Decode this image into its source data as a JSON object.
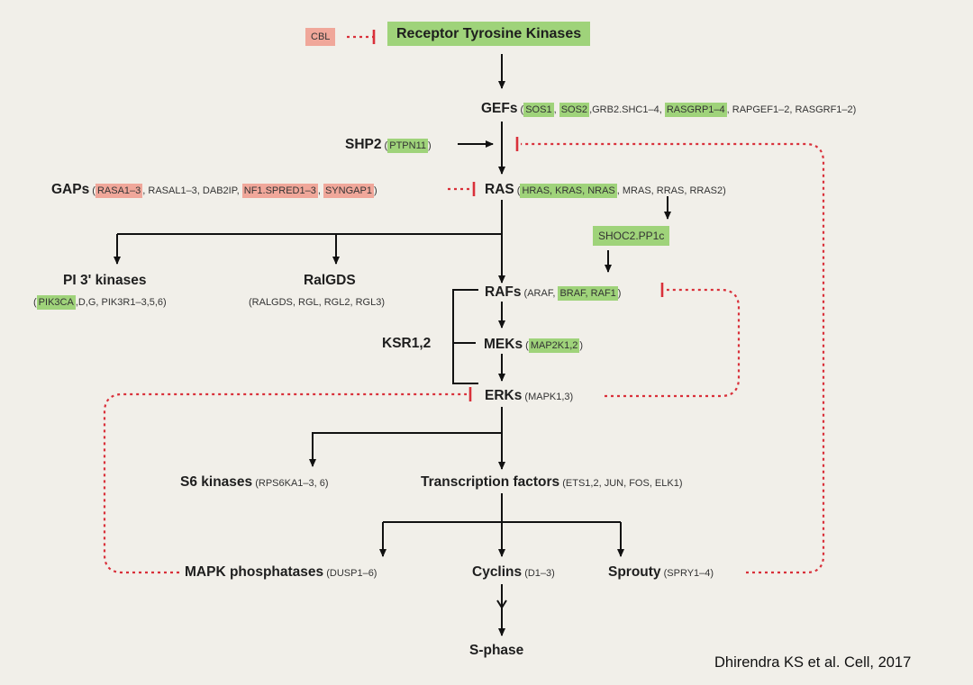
{
  "cbl": "CBL",
  "rtk": "Receptor Tyrosine Kinases",
  "gefs": {
    "label": "GEFs",
    "open": " (",
    "sos1": "SOS1",
    "sep1": ", ",
    "sos2": "SOS2",
    "mid": ",GRB2.SHC1–4, ",
    "rasgrp": "RASGRP1–4",
    "rest": ", RAPGEF1–2, RASGRF1–2)"
  },
  "shp2": {
    "label": "SHP2",
    "open": " (",
    "gene": "PTPN11",
    "close": ")"
  },
  "gaps": {
    "label": "GAPs",
    "open": " (",
    "rasa": "RASA1–3",
    "mid": ", RASAL1–3, DAB2IP, ",
    "nf1": "NF1.SPRED1–3",
    "sep": ", ",
    "syngap": "SYNGAP1",
    "close": ")"
  },
  "ras": {
    "label": "RAS",
    "open": " (",
    "genes": "HRAS, KRAS, NRAS",
    "rest": ", MRAS, RRAS, RRAS2)"
  },
  "shoc2": "SHOC2.PP1c",
  "pi3k": {
    "label": "PI 3' kinases",
    "open": "(",
    "gene": "PIK3CA",
    "rest": ",D,G, PIK3R1–3,5,6)"
  },
  "ralgds": {
    "label": "RalGDS",
    "sub": "(RALGDS, RGL, RGL2, RGL3)"
  },
  "rafs": {
    "label": "RAFs",
    "open": " (ARAF, ",
    "genes": "BRAF, RAF1",
    "close": ")"
  },
  "ksr": "KSR1,2",
  "meks": {
    "label": "MEKs",
    "open": " (",
    "gene": "MAP2K1,2",
    "close": ")"
  },
  "erks": {
    "label": "ERKs",
    "sub": " (MAPK1,3)"
  },
  "s6k": {
    "label": "S6 kinases",
    "sub": " (RPS6KA1–3, 6)"
  },
  "tf": {
    "label": "Transcription factors",
    "sub": " (ETS1,2, JUN, FOS, ELK1)"
  },
  "mapkp": {
    "label": "MAPK phosphatases",
    "sub": " (DUSP1–6)"
  },
  "cyclins": {
    "label": "Cyclins",
    "sub": " (D1–3)"
  },
  "sprouty": {
    "label": "Sprouty",
    "sub": " (SPRY1–4)"
  },
  "sphase": "S-phase",
  "citation": "Dhirendra KS et al. Cell, 2017",
  "colors": {
    "background": "#f1efe9",
    "activator_highlight": "#9fd37a",
    "inhibitor_highlight": "#f0a79a",
    "inhibition_line": "#d9303a",
    "arrow": "#111111"
  }
}
